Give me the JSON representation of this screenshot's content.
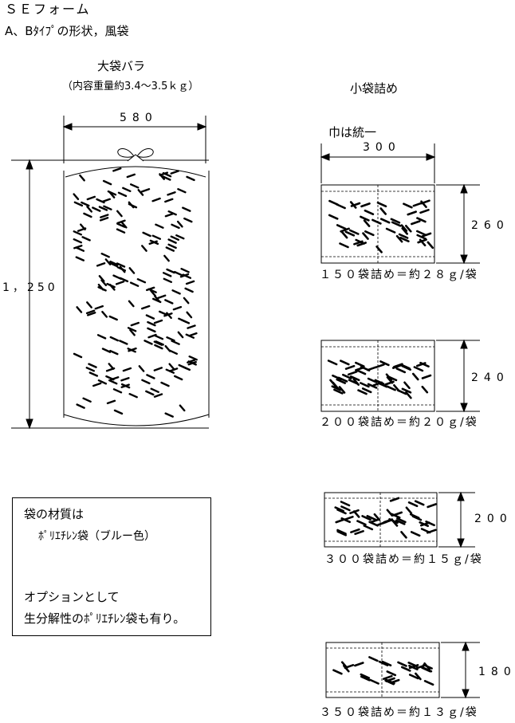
{
  "header": {
    "title": "ＳＥフォーム",
    "subtitle": "A、Bﾀｲﾌﾟの形状，風袋"
  },
  "large_bag": {
    "title": "大袋バラ",
    "content_weight": "（内容重量約3.4～3.5ｋｇ）",
    "width_label": "580",
    "height_label": "1，250"
  },
  "small_bags": {
    "title": "小袋詰め",
    "width_note": "巾は統一",
    "width_label": "300",
    "items": [
      {
        "height_label": "260",
        "caption": "１５０袋詰め＝約２８ｇ/袋"
      },
      {
        "height_label": "240",
        "caption": "２００袋詰め＝約２０ｇ/袋"
      },
      {
        "height_label": "200",
        "caption": "３００袋詰め＝約１５ｇ/袋"
      },
      {
        "height_label": "180",
        "caption": "３５０袋詰め＝約１３ｇ/袋"
      }
    ]
  },
  "note": {
    "line1": "袋の材質は",
    "line2": "ﾎﾟﾘｴﾁﾚﾝ袋（ブルー色）",
    "line3": "オプションとして",
    "line4": "生分解性のﾎﾟﾘｴﾁﾚﾝ袋も有り。"
  }
}
